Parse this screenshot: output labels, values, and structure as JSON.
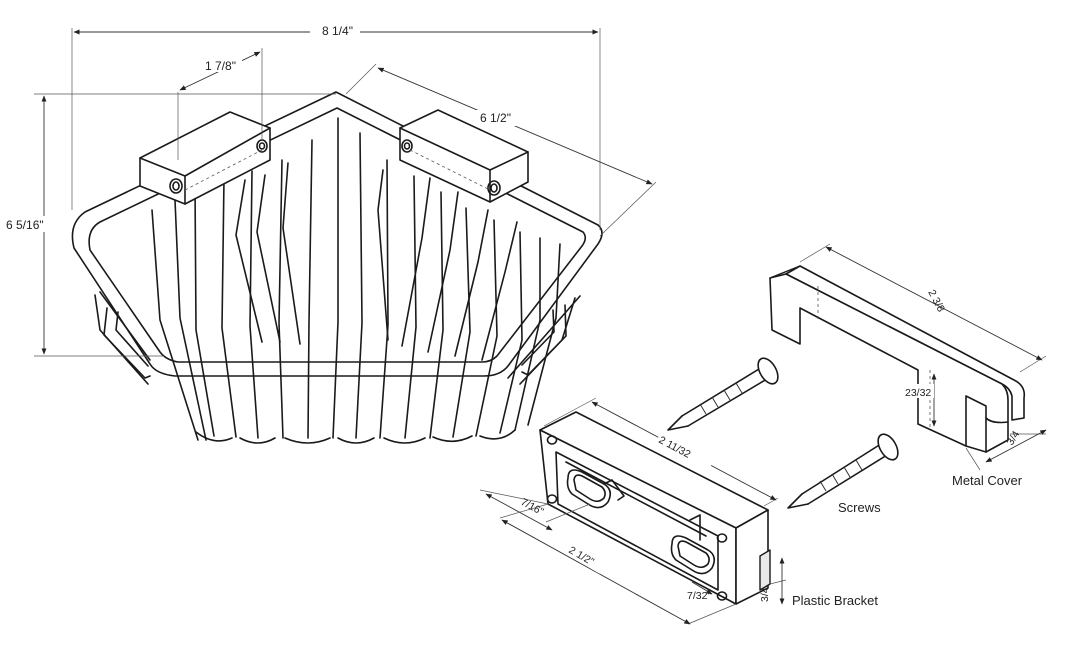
{
  "dimensions": {
    "overall_width": "8 1/4\"",
    "corner_offset": "1 7/8\"",
    "side_length": "6 1/2\"",
    "depth": "6 5/16\"",
    "cover_length": "2 3/8",
    "cover_height": "23/32",
    "cover_width": "3/4",
    "bracket_length": "2 11/32",
    "bracket_hole_offset": "7/16\"",
    "bracket_total": "2 1/2\"",
    "bracket_edge": "7/32\"",
    "bracket_height": "3/4"
  },
  "labels": {
    "screws": "Screws",
    "metal_cover": "Metal Cover",
    "plastic_bracket": "Plastic Bracket"
  }
}
